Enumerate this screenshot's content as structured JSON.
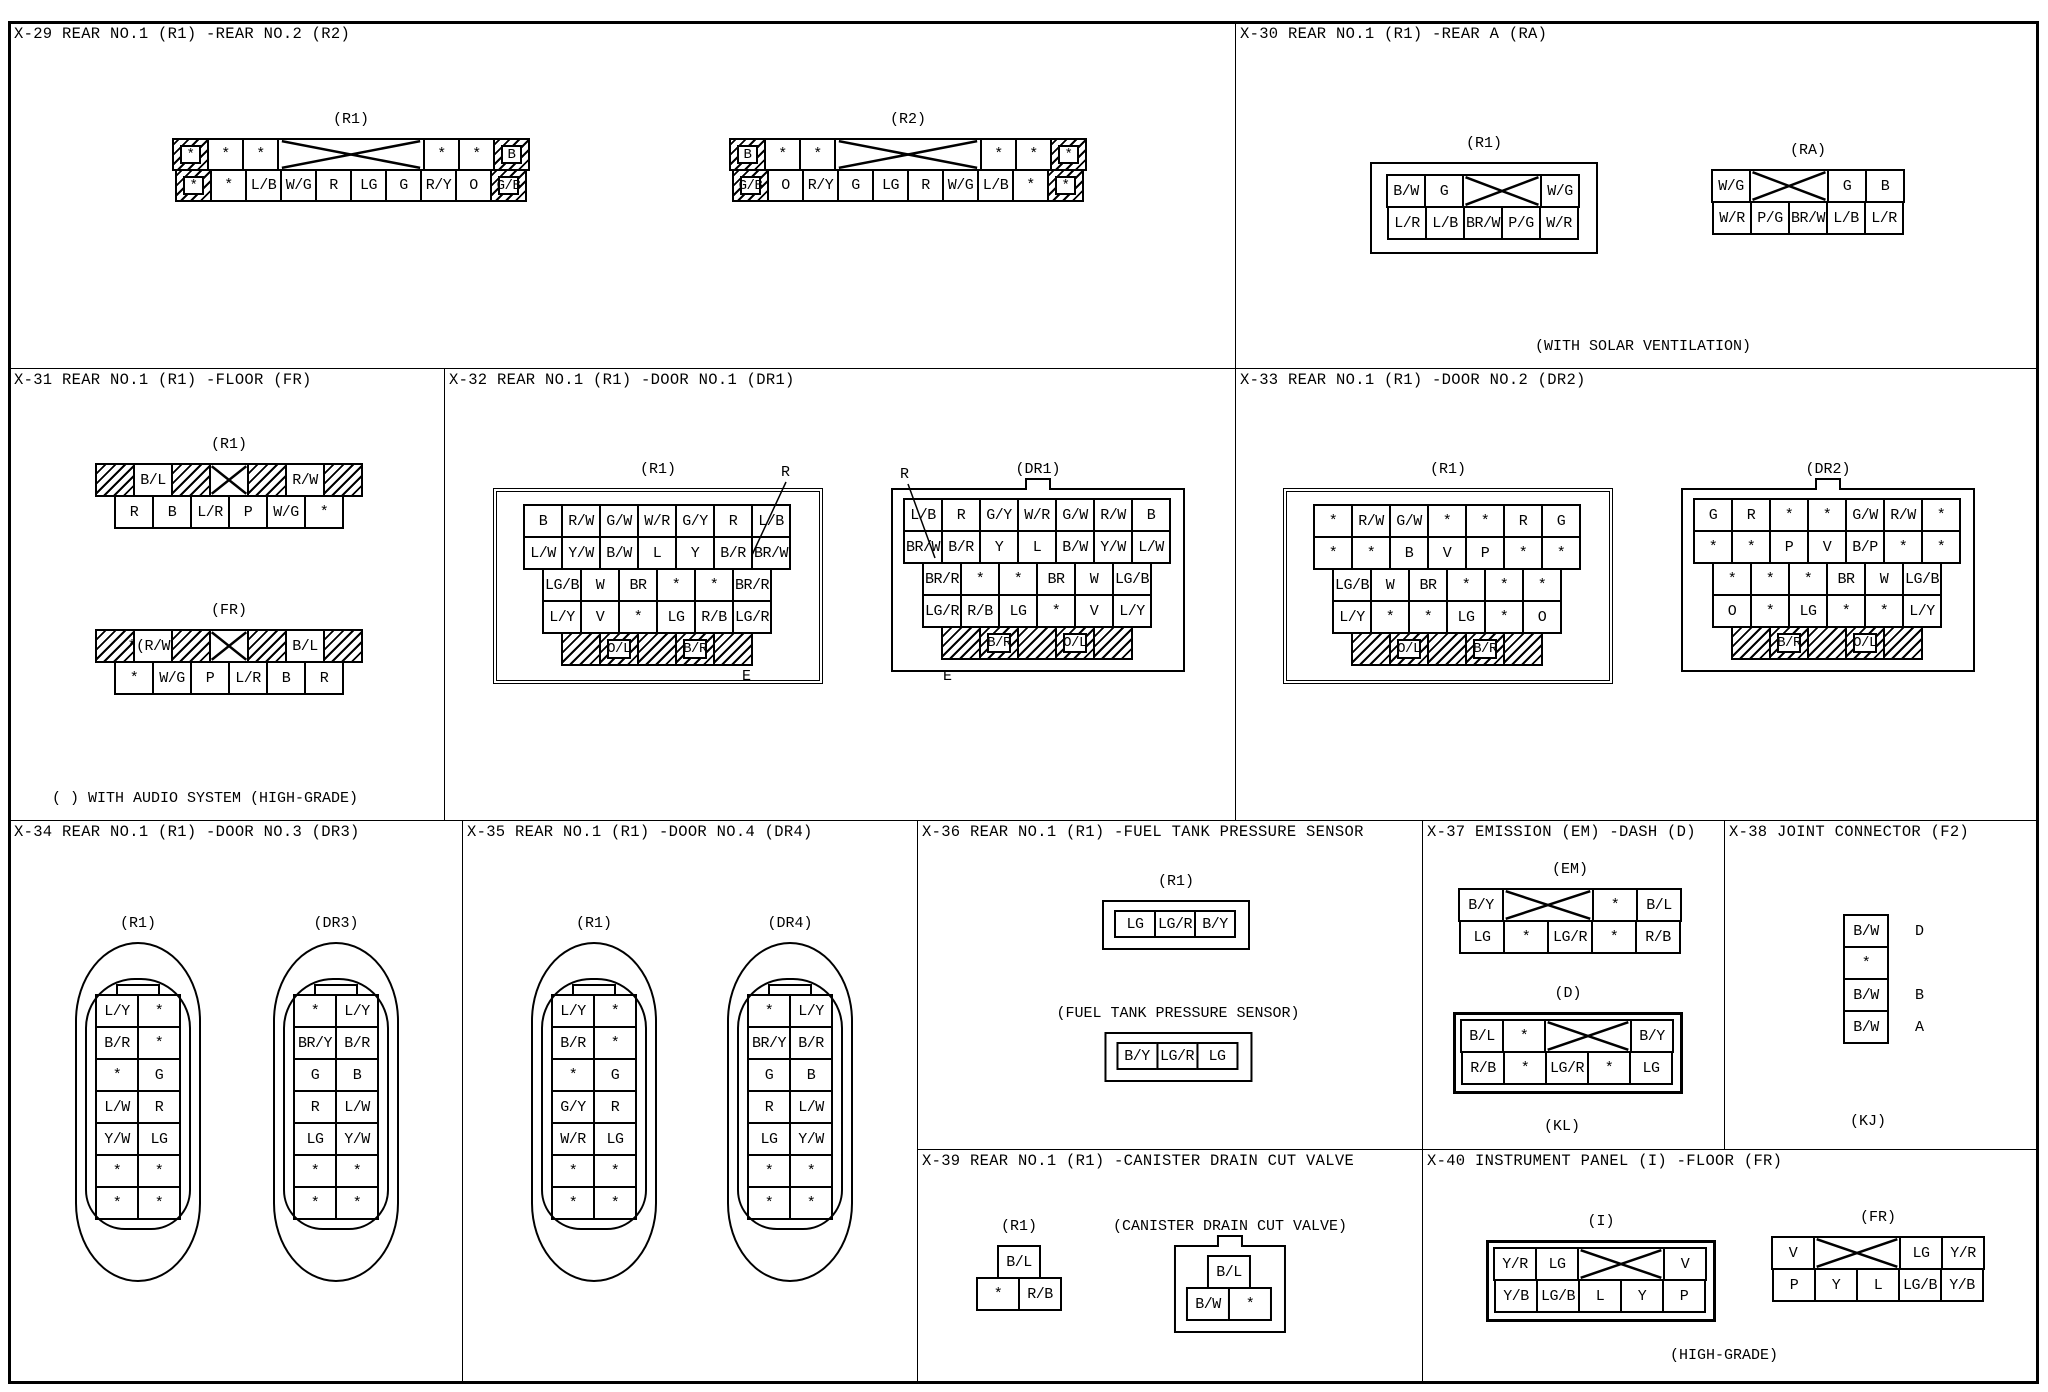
{
  "panels": {
    "x29": {
      "title": "X-29 REAR NO.1 (R1) -REAR NO.2 (R2)",
      "connectors": [
        {
          "label": "(R1)",
          "rows": [
            [
              {
                "hatched": "*"
              },
              "*",
              "*",
              "#",
              "#",
              "#",
              "#",
              "*",
              "*",
              {
                "hatched": "B"
              }
            ],
            [
              {
                "hatched": "*"
              },
              "*",
              "L/B",
              "W/G",
              "R",
              "LG",
              "G",
              "R/Y",
              "O",
              {
                "hatched": "G/B"
              }
            ]
          ]
        },
        {
          "label": "(R2)",
          "rows": [
            [
              {
                "hatched": "B"
              },
              "*",
              "*",
              "#",
              "#",
              "#",
              "#",
              "*",
              "*",
              {
                "hatched": "*"
              }
            ],
            [
              {
                "hatched": "G/B"
              },
              "O",
              "R/Y",
              "G",
              "LG",
              "R",
              "W/G",
              "L/B",
              "*",
              {
                "hatched": "*"
              }
            ]
          ]
        }
      ]
    },
    "x30": {
      "title": "X-30 REAR NO.1 (R1) -REAR A (RA)",
      "note": "(WITH SOLAR VENTILATION)",
      "connectors": [
        {
          "label": "(R1)",
          "rows": [
            [
              "B/W",
              "G",
              "#",
              "#",
              "W/G"
            ],
            [
              "L/R",
              "L/B",
              "BR/W",
              "P/G",
              "W/R"
            ]
          ]
        },
        {
          "label": "(RA)",
          "rows": [
            [
              "W/G",
              "#",
              "#",
              "G",
              "B"
            ],
            [
              "W/R",
              "P/G",
              "BR/W",
              "L/B",
              "L/R"
            ]
          ]
        }
      ]
    },
    "x31": {
      "title": "X-31 REAR NO.1 (R1) -FLOOR (FR)",
      "note": "( )  WITH AUDIO SYSTEM (HIGH-GRADE)",
      "connectors": [
        {
          "label": "(R1)",
          "rows": [
            [
              "/",
              "B/L",
              "/",
              "#",
              "/",
              "R/W",
              "/"
            ],
            [
              "R",
              "B",
              "L/R",
              "P",
              "W/G",
              "*"
            ]
          ]
        },
        {
          "label": "(FR)",
          "rows": [
            [
              "/",
              "*(R/W)",
              "/",
              "#",
              "/",
              "B/L",
              "/"
            ],
            [
              "*",
              "W/G",
              "P",
              "L/R",
              "B",
              "R"
            ]
          ]
        }
      ]
    },
    "x32": {
      "title": "X-32 REAR NO.1 (R1) -DOOR NO.1 (DR1)",
      "ann_r": "R",
      "ann_e": "E",
      "connectors": [
        {
          "label": "(R1)",
          "rows": [
            [
              "B",
              "R/W",
              "G/W",
              "W/R",
              "G/Y",
              "R",
              "L/B"
            ],
            [
              "L/W",
              "Y/W",
              "B/W",
              "L",
              "Y",
              "B/R",
              "BR/W"
            ],
            [
              "LG/B",
              "W",
              "BR",
              "*",
              "*",
              "BR/R"
            ],
            [
              "L/Y",
              "V",
              "*",
              "LG",
              "R/B",
              "LG/R"
            ],
            [
              "/",
              {
                "hatched": "O/L"
              },
              "/",
              {
                "hatched": "B/R"
              },
              "/"
            ]
          ]
        },
        {
          "label": "(DR1)",
          "rows": [
            [
              "L/B",
              "R",
              "G/Y",
              "W/R",
              "G/W",
              "R/W",
              "B"
            ],
            [
              "BR/W",
              "B/R",
              "Y",
              "L",
              "B/W",
              "Y/W",
              "L/W"
            ],
            [
              "BR/R",
              "*",
              "*",
              "BR",
              "W",
              "LG/B"
            ],
            [
              "LG/R",
              "R/B",
              "LG",
              "*",
              "V",
              "L/Y"
            ],
            [
              "/",
              {
                "hatched": "B/R"
              },
              "/",
              {
                "hatched": "O/L"
              },
              "/"
            ]
          ]
        }
      ]
    },
    "x33": {
      "title": "X-33 REAR NO.1 (R1) -DOOR NO.2 (DR2)",
      "connectors": [
        {
          "label": "(R1)",
          "rows": [
            [
              "*",
              "R/W",
              "G/W",
              "*",
              "*",
              "R",
              "G"
            ],
            [
              "*",
              "*",
              "B",
              "V",
              "P",
              "*",
              "*"
            ],
            [
              "LG/B",
              "W",
              "BR",
              "*",
              "*",
              "*"
            ],
            [
              "L/Y",
              "*",
              "*",
              "LG",
              "*",
              "O"
            ],
            [
              "/",
              {
                "hatched": "O/L"
              },
              "/",
              {
                "hatched": "B/R"
              },
              "/"
            ]
          ]
        },
        {
          "label": "(DR2)",
          "rows": [
            [
              "G",
              "R",
              "*",
              "*",
              "G/W",
              "R/W",
              "*"
            ],
            [
              "*",
              "*",
              "P",
              "V",
              "B/P",
              "*",
              "*"
            ],
            [
              "*",
              "*",
              "*",
              "BR",
              "W",
              "LG/B"
            ],
            [
              "O",
              "*",
              "LG",
              "*",
              "*",
              "L/Y"
            ],
            [
              "/",
              {
                "hatched": "B/R"
              },
              "/",
              {
                "hatched": "O/L"
              },
              "/"
            ]
          ]
        }
      ]
    },
    "x34": {
      "title": "X-34 REAR NO.1 (R1) -DOOR NO.3 (DR3)",
      "connectors": [
        {
          "label": "(R1)",
          "rows": [
            [
              "L/Y",
              "*"
            ],
            [
              "B/R",
              "*"
            ],
            [
              "*",
              "G"
            ],
            [
              "L/W",
              "R"
            ],
            [
              "Y/W",
              "LG"
            ],
            [
              "*",
              "*"
            ],
            [
              "*",
              "*"
            ]
          ]
        },
        {
          "label": "(DR3)",
          "rows": [
            [
              "*",
              "L/Y"
            ],
            [
              "BR/Y",
              "B/R"
            ],
            [
              "G",
              "B"
            ],
            [
              "R",
              "L/W"
            ],
            [
              "LG",
              "Y/W"
            ],
            [
              "*",
              "*"
            ],
            [
              "*",
              "*"
            ]
          ]
        }
      ]
    },
    "x35": {
      "title": "X-35 REAR NO.1 (R1) -DOOR NO.4 (DR4)",
      "connectors": [
        {
          "label": "(R1)",
          "rows": [
            [
              "L/Y",
              "*"
            ],
            [
              "B/R",
              "*"
            ],
            [
              "*",
              "G"
            ],
            [
              "G/Y",
              "R"
            ],
            [
              "W/R",
              "LG"
            ],
            [
              "*",
              "*"
            ],
            [
              "*",
              "*"
            ]
          ]
        },
        {
          "label": "(DR4)",
          "rows": [
            [
              "*",
              "L/Y"
            ],
            [
              "BR/Y",
              "B/R"
            ],
            [
              "G",
              "B"
            ],
            [
              "R",
              "L/W"
            ],
            [
              "LG",
              "Y/W"
            ],
            [
              "*",
              "*"
            ],
            [
              "*",
              "*"
            ]
          ]
        }
      ]
    },
    "x36": {
      "title": "X-36 REAR NO.1 (R1) -FUEL TANK PRESSURE SENSOR",
      "connectors": [
        {
          "label": "(R1)",
          "rows": [
            [
              "LG",
              "LG/R",
              "B/Y"
            ]
          ]
        },
        {
          "label": "(FUEL TANK PRESSURE SENSOR)",
          "rows": [
            [
              "B/Y",
              "LG/R",
              "LG"
            ]
          ]
        }
      ]
    },
    "x37": {
      "title": "X-37 EMISSION (EM) -DASH (D)",
      "note": "(KL)",
      "connectors": [
        {
          "label": "(EM)",
          "rows": [
            [
              "B/Y",
              "#",
              "#",
              "*",
              "B/L"
            ],
            [
              "LG",
              "*",
              "LG/R",
              "*",
              "R/B"
            ]
          ]
        },
        {
          "label": "(D)",
          "rows": [
            [
              "B/L",
              "*",
              "#",
              "#",
              "B/Y"
            ],
            [
              "R/B",
              "*",
              "LG/R",
              "*",
              "LG"
            ]
          ]
        }
      ]
    },
    "x38": {
      "title": "X-38 JOINT CONNECTOR (F2)",
      "note": "(KJ)",
      "connectors": [
        {
          "rows": [
            [
              "B/W"
            ],
            [
              "*"
            ],
            [
              "B/W"
            ],
            [
              "B/W"
            ]
          ],
          "pin_letters": {
            "0": "D",
            "2": "B",
            "3": "A"
          }
        }
      ]
    },
    "x39": {
      "title": "X-39 REAR NO.1 (R1) -CANISTER DRAIN CUT VALVE",
      "connectors": [
        {
          "label": "(R1)",
          "rows": [
            [
              "B/L"
            ],
            [
              "*",
              "R/B"
            ]
          ]
        },
        {
          "label": "(CANISTER DRAIN CUT VALVE)",
          "rows": [
            [
              "B/L"
            ],
            [
              "B/W",
              "*"
            ]
          ]
        }
      ]
    },
    "x40": {
      "title": "X-40 INSTRUMENT PANEL (I) -FLOOR (FR)",
      "note": "(HIGH-GRADE)",
      "connectors": [
        {
          "label": "(I)",
          "rows": [
            [
              "Y/R",
              "LG",
              "#",
              "#",
              "V"
            ],
            [
              "Y/B",
              "LG/B",
              "L",
              "Y",
              "P"
            ]
          ]
        },
        {
          "label": "(FR)",
          "rows": [
            [
              "V",
              "#",
              "#",
              "LG",
              "Y/R"
            ],
            [
              "P",
              "Y",
              "L",
              "LG/B",
              "Y/B"
            ]
          ]
        }
      ]
    }
  }
}
